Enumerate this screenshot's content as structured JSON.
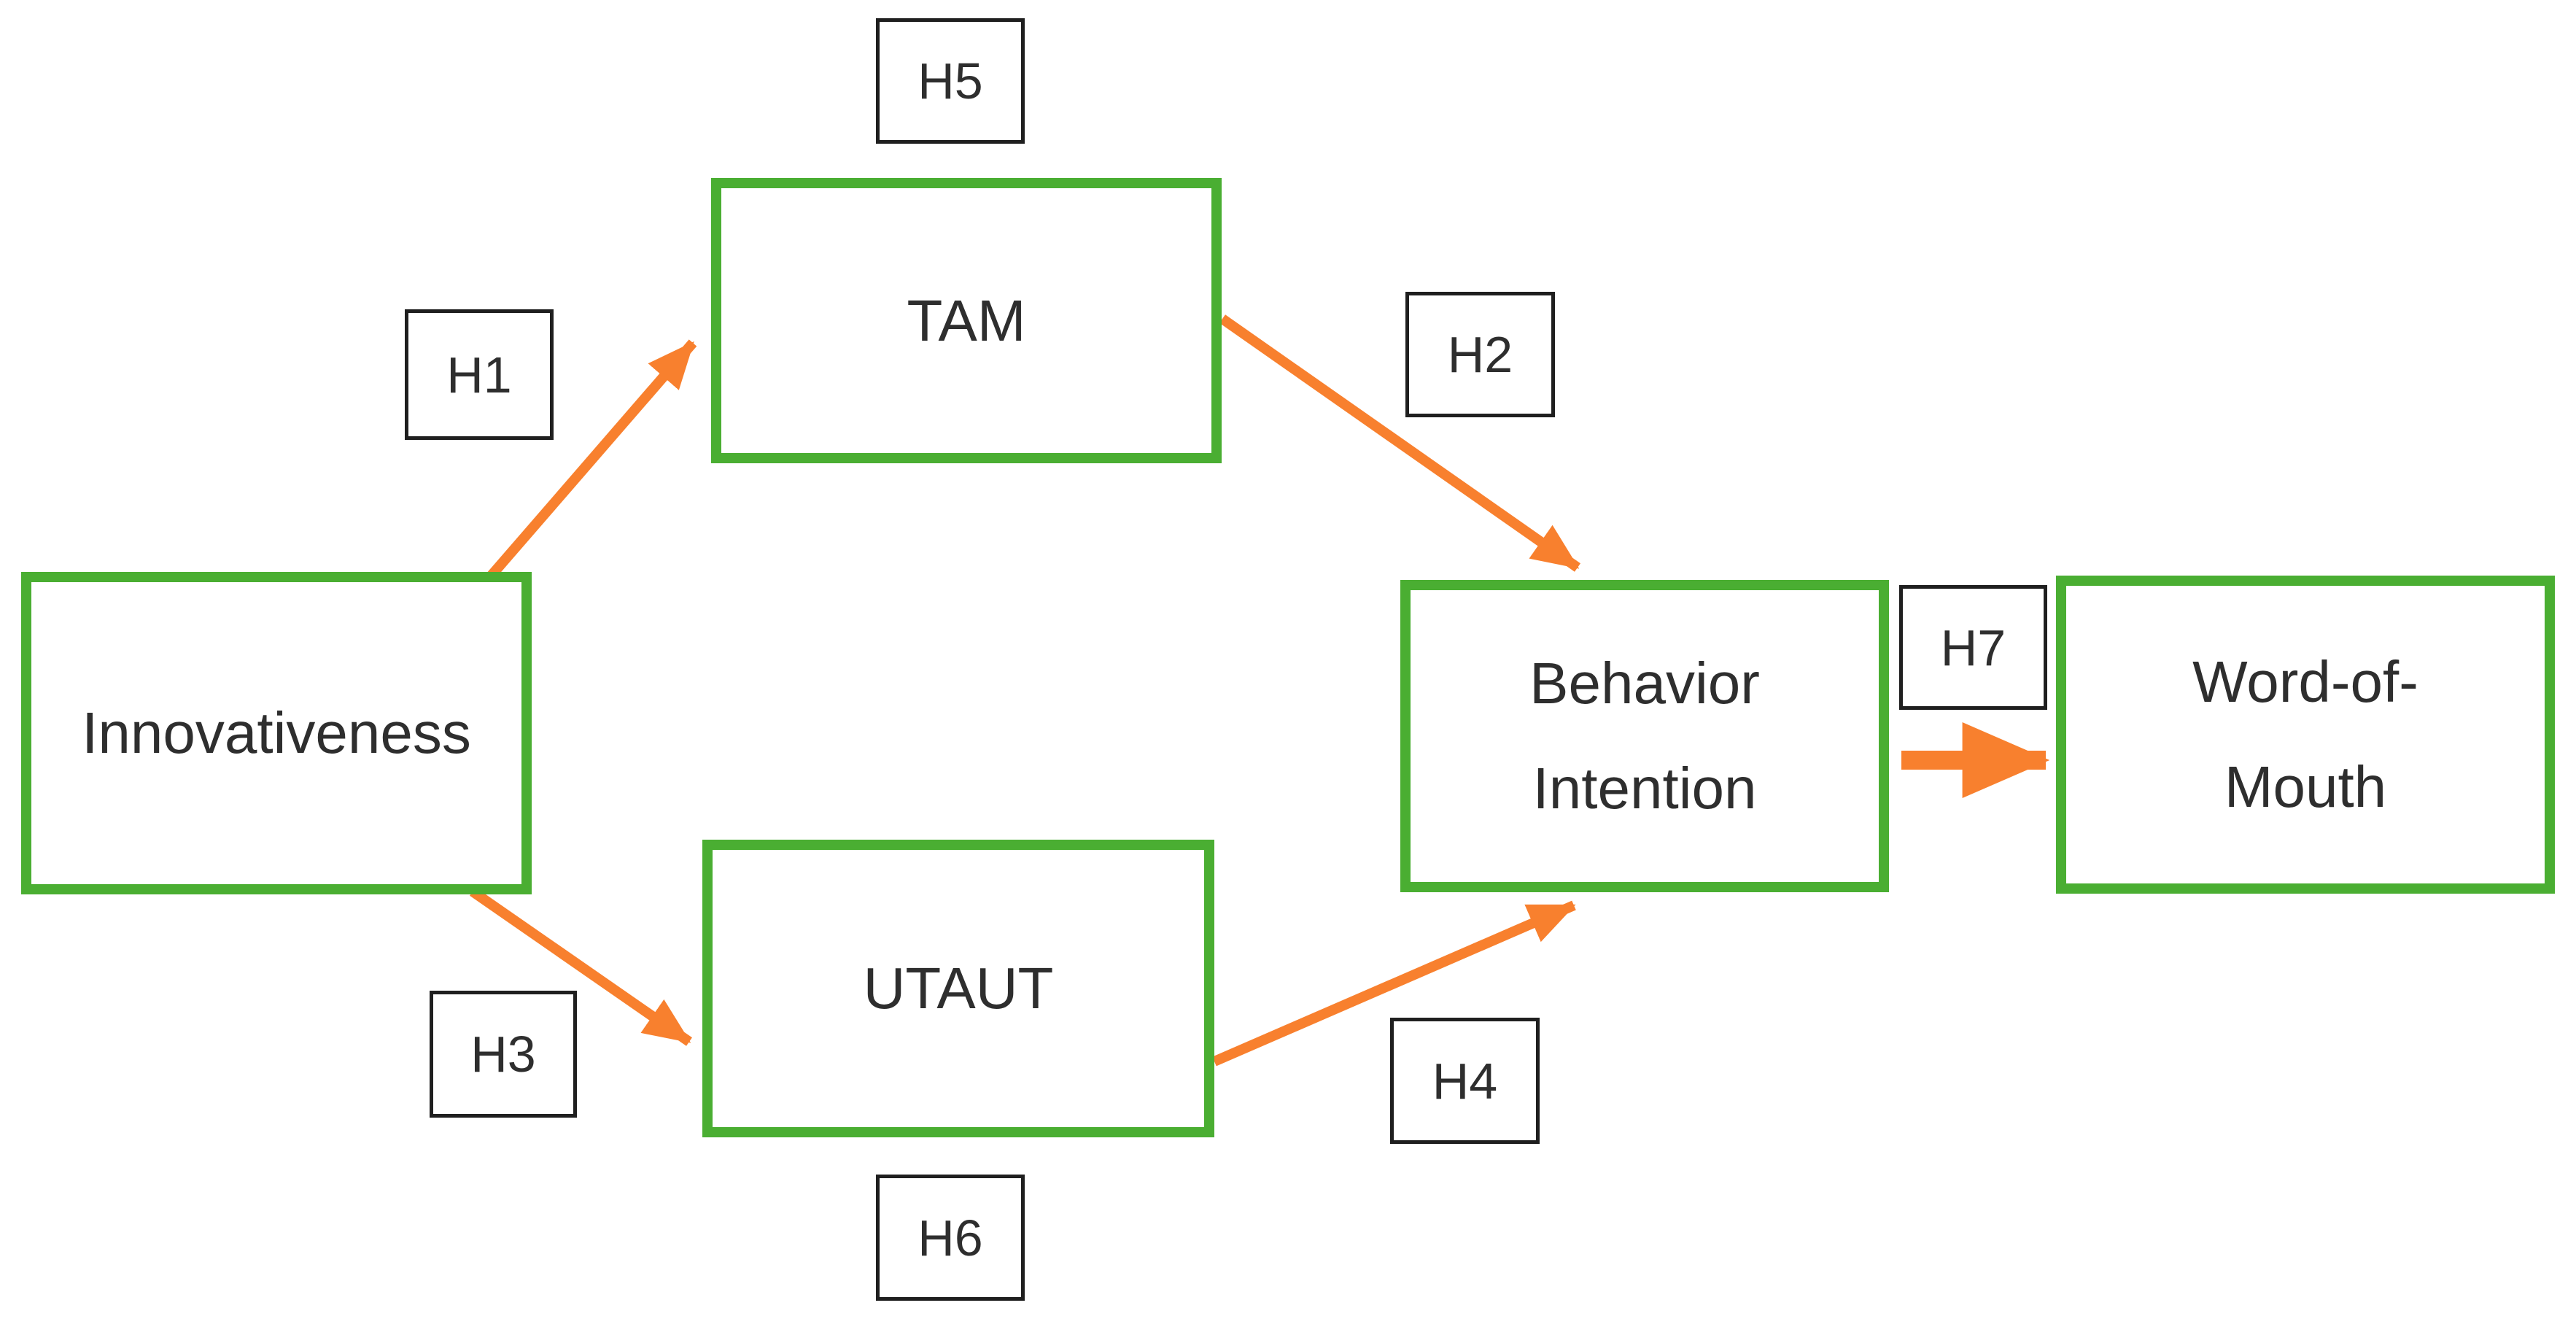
{
  "diagram": {
    "nodes": {
      "innovativeness": {
        "label": "Innovativeness"
      },
      "tam": {
        "label": "TAM"
      },
      "utaut": {
        "label": "UTAUT"
      },
      "behavior_intention": {
        "line1": "Behavior",
        "line2": "Intention"
      },
      "word_of_mouth": {
        "line1": "Word-of-",
        "line2": "Mouth"
      }
    },
    "hypotheses": {
      "h1": {
        "label": "H1"
      },
      "h2": {
        "label": "H2"
      },
      "h3": {
        "label": "H3"
      },
      "h4": {
        "label": "H4"
      },
      "h5": {
        "label": "H5"
      },
      "h6": {
        "label": "H6"
      },
      "h7": {
        "label": "H7"
      }
    },
    "edges": [
      {
        "from": "Innovativeness",
        "to": "TAM",
        "hypothesis": "H1"
      },
      {
        "from": "TAM",
        "to": "Behavior Intention",
        "hypothesis": "H2"
      },
      {
        "from": "Innovativeness",
        "to": "UTAUT",
        "hypothesis": "H3"
      },
      {
        "from": "UTAUT",
        "to": "Behavior Intention",
        "hypothesis": "H4"
      },
      {
        "from": "Behavior Intention",
        "to": "Word-of-Mouth",
        "hypothesis": "H7"
      }
    ],
    "colors": {
      "node_border": "#4aae32",
      "arrow": "#f8802e",
      "hypothesis_border": "#1f1f1f",
      "text": "#2e2e2e"
    }
  }
}
